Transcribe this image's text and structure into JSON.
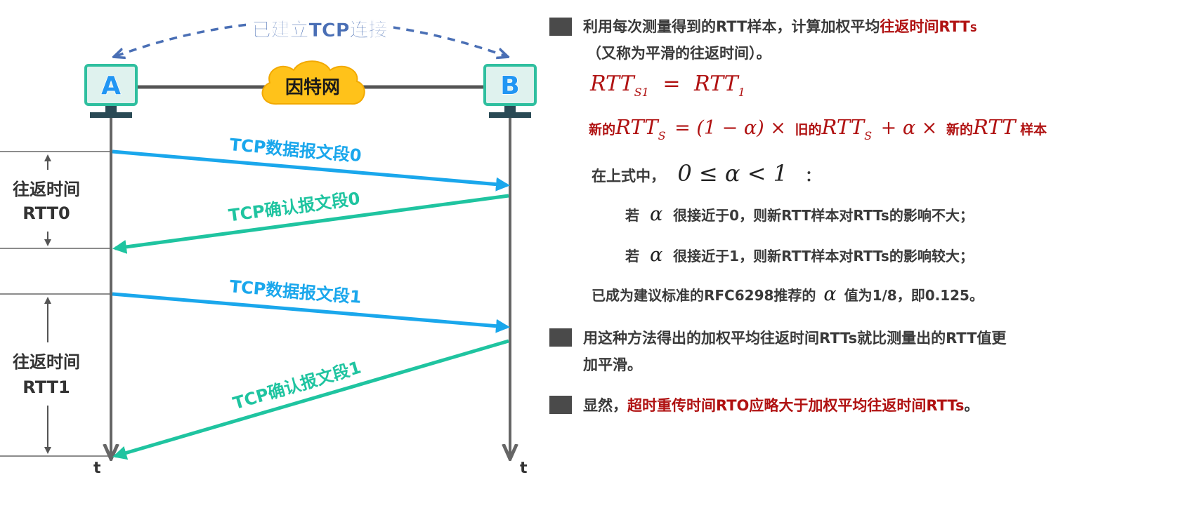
{
  "diagram": {
    "connection_label": "已建立TCP连接",
    "host_a": "A",
    "host_b": "B",
    "network_label": "因特网",
    "time_label": "t",
    "messages": [
      {
        "label": "TCP数据报文段0"
      },
      {
        "label": "TCP确认报文段0"
      },
      {
        "label": "TCP数据报文段1"
      },
      {
        "label": "TCP确认报文段1"
      }
    ],
    "rtt_blocks": [
      {
        "line1": "往返时间",
        "line2": "RTT0"
      },
      {
        "line1": "往返时间",
        "line2": "RTT1"
      }
    ],
    "colors": {
      "data_arrow": "#1aa7ec",
      "ack_arrow": "#1fc4a0",
      "dashed_arrow": "#4a6fb5",
      "host_border": "#2fbf9f",
      "host_letter": "#2196f3",
      "cloud": "#ffc21a",
      "timeline": "#666666",
      "accent_red": "#b01212"
    }
  },
  "explanation": {
    "bullet1_text": "利用每次测量得到的RTT样本，计算加权平均",
    "bullet1_red": "往返时间RTT",
    "bullet1_red_sub": "S",
    "bullet1_line2": "（又称为平滑的往返时间）。",
    "formula1_lhs": "RTT",
    "formula1_lhs_sub": "S1",
    "formula1_eq": "=",
    "formula1_rhs": "RTT",
    "formula1_rhs_sub": "1",
    "formula2_new": "新的",
    "formula2_rtt": "RTT",
    "formula2_sub": "S",
    "formula2_mid": "= (1 − α) ×",
    "formula2_old": "旧的",
    "formula2_rtt2": "RTT",
    "formula2_sub2": "S",
    "formula2_plus": "+ α ×",
    "formula2_new2": "新的",
    "formula2_rtt3": "RTT",
    "formula2_sample": "样本",
    "where_label": "在上式中，",
    "where_math": "0 ≤ α < 1",
    "where_colon": "：",
    "case1_pre": "若",
    "case1_alpha": "α",
    "case1_text": "很接近于0，则新RTT样本对RTTs的影响不大；",
    "case2_pre": "若",
    "case2_alpha": "α",
    "case2_text": "很接近于1，则新RTT样本对RTTs的影响较大；",
    "rfc_pre": "已成为建议标准的RFC6298推荐的",
    "rfc_alpha": "α",
    "rfc_post": "值为1/8，即0.125。",
    "bullet2_line1": "用这种方法得出的加权平均往返时间RTTs就比测量出的RTT值更",
    "bullet2_line2": "加平滑。",
    "bullet3_pre": "显然，",
    "bullet3_red": "超时重传时间RTO应略大于加权平均往返时间RTTs",
    "bullet3_post": "。"
  }
}
